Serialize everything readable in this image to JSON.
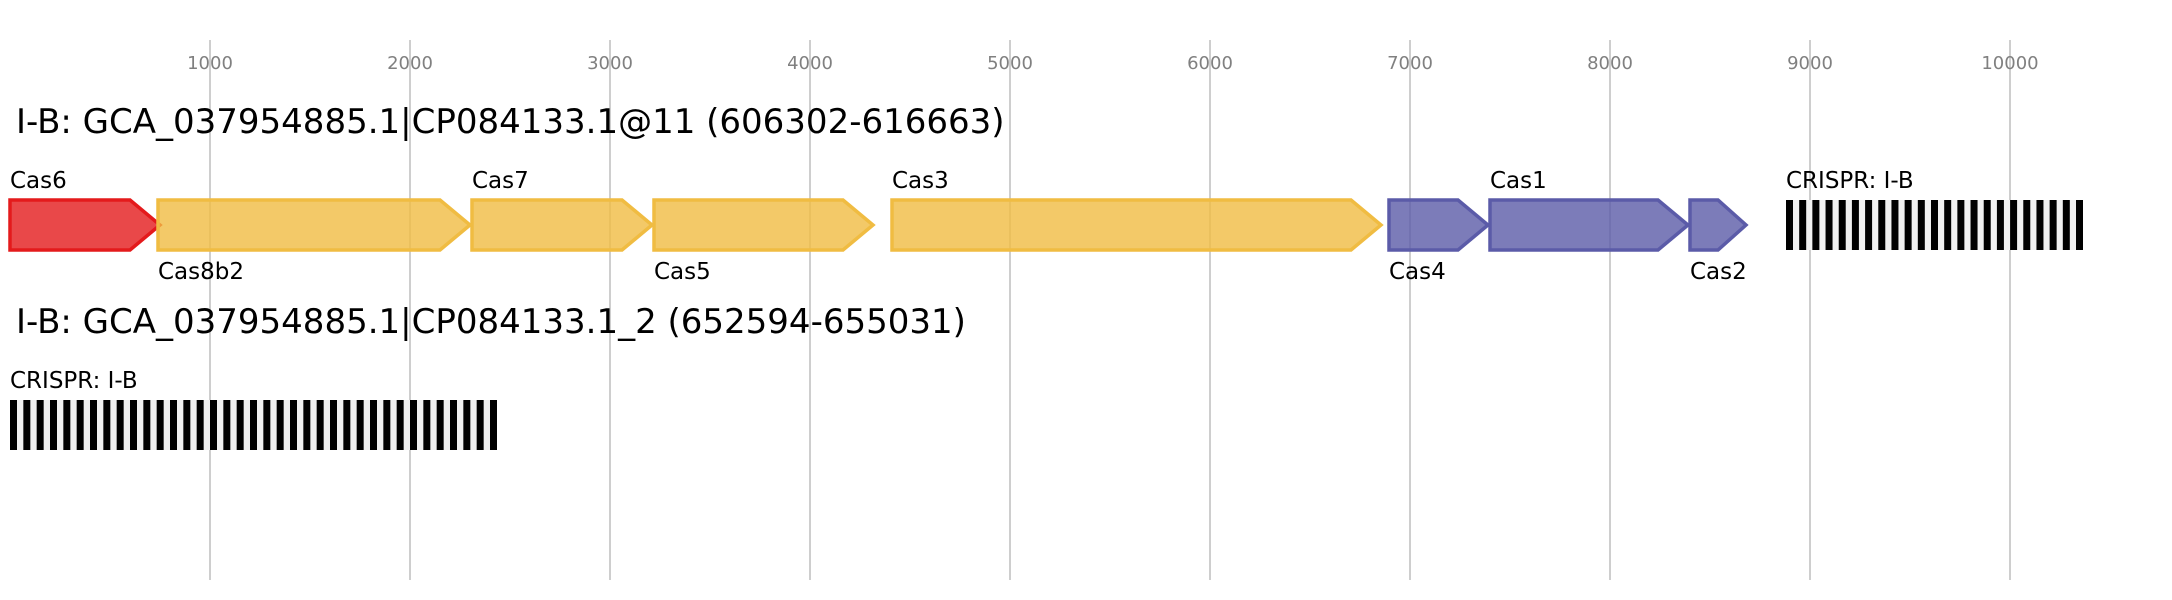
{
  "chart_data": {
    "type": "gene-track",
    "axis": {
      "ticks": [
        1000,
        2000,
        3000,
        4000,
        5000,
        6000,
        7000,
        8000,
        9000,
        10000
      ],
      "tick_labels": [
        "1000",
        "2000",
        "3000",
        "4000",
        "5000",
        "6000",
        "7000",
        "8000",
        "9000",
        "10000"
      ],
      "unit": "bp",
      "range": [
        0,
        10800
      ],
      "grid": true
    },
    "loci": [
      {
        "title": "I-B: GCA_037954885.1|CP084133.1@11 (606302-616663)",
        "features": [
          {
            "type": "gene",
            "name": "Cas6",
            "start": 0,
            "end": 750,
            "color": "#e41a1c",
            "label_pos": "above"
          },
          {
            "type": "gene",
            "name": "Cas8b2",
            "start": 740,
            "end": 2300,
            "color": "#f0bc42",
            "label_pos": "below"
          },
          {
            "type": "gene",
            "name": "Cas7",
            "start": 2310,
            "end": 3210,
            "color": "#f0bc42",
            "label_pos": "above"
          },
          {
            "type": "gene",
            "name": "Cas5",
            "start": 3220,
            "end": 4315,
            "color": "#f0bc42",
            "label_pos": "below"
          },
          {
            "type": "gene",
            "name": "Cas3",
            "start": 4410,
            "end": 6855,
            "color": "#f0bc42",
            "label_pos": "above"
          },
          {
            "type": "gene",
            "name": "Cas4",
            "start": 6895,
            "end": 7390,
            "color": "#5b5ba8",
            "label_pos": "below"
          },
          {
            "type": "gene",
            "name": "Cas1",
            "start": 7400,
            "end": 8390,
            "color": "#5b5ba8",
            "label_pos": "above"
          },
          {
            "type": "gene",
            "name": "Cas2",
            "start": 8400,
            "end": 8680,
            "color": "#5b5ba8",
            "label_pos": "below"
          },
          {
            "type": "crispr",
            "name": "CRISPR: I-B",
            "start": 8880,
            "end": 10365,
            "repeats": 23,
            "label_pos": "above"
          }
        ]
      },
      {
        "title": "I-B: GCA_037954885.1|CP084133.1_2 (652594-655031)",
        "features": [
          {
            "type": "crispr",
            "name": "CRISPR: I-B",
            "start": 0,
            "end": 2435,
            "repeats": 37,
            "label_pos": "above"
          }
        ]
      }
    ]
  }
}
